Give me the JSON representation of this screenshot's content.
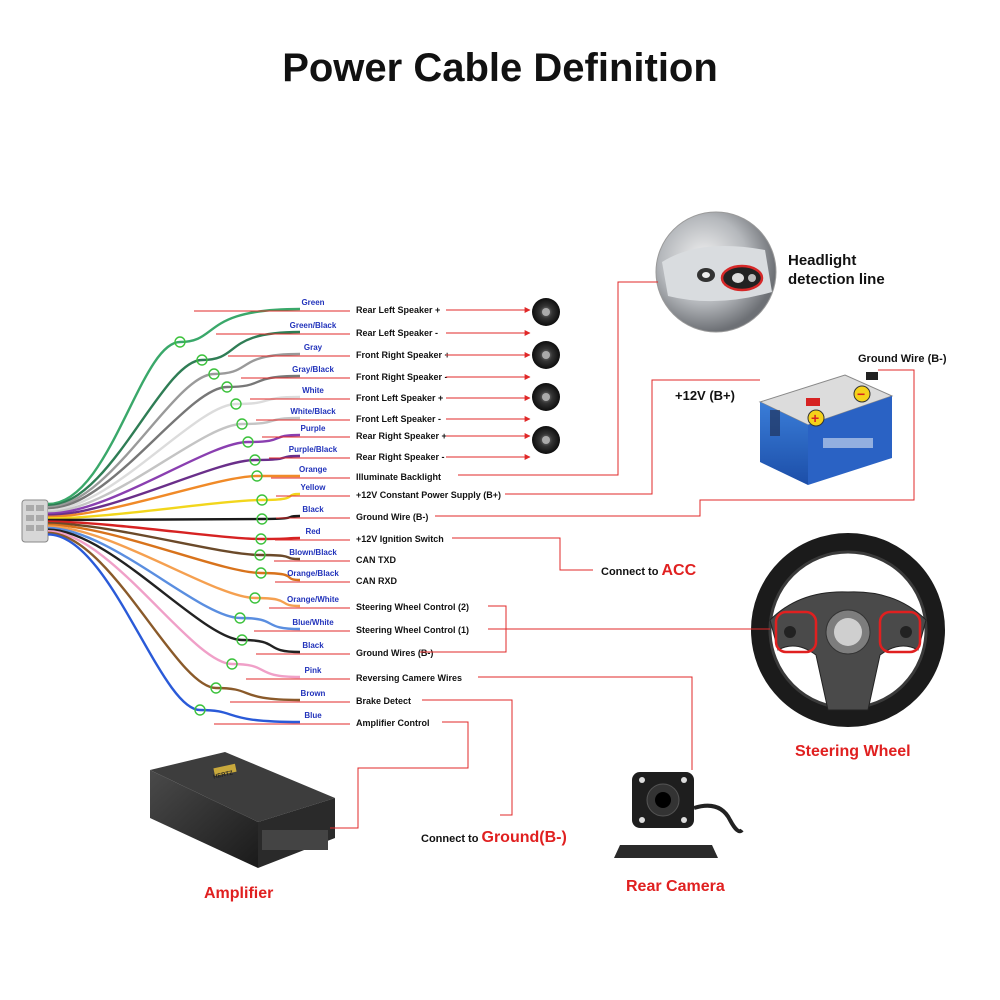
{
  "title": "Power Cable Definition",
  "wires": [
    {
      "color_name": "Green",
      "function": "Rear Left Speaker +",
      "hex": "#3aa86a"
    },
    {
      "color_name": "Green/Black",
      "function": "Rear Left Speaker -",
      "hex": "#2f7d55"
    },
    {
      "color_name": "Gray",
      "function": "Front Right Speaker +",
      "hex": "#9a9a9a"
    },
    {
      "color_name": "Gray/Black",
      "function": "Front Right Speaker -",
      "hex": "#777777"
    },
    {
      "color_name": "White",
      "function": "Front Left Speaker +",
      "hex": "#dcdcdc"
    },
    {
      "color_name": "White/Black",
      "function": "Front Left Speaker -",
      "hex": "#c4c4c4"
    },
    {
      "color_name": "Purple",
      "function": "Rear Right Speaker +",
      "hex": "#8a3fb0"
    },
    {
      "color_name": "Purple/Black",
      "function": "Rear Right Speaker -",
      "hex": "#6a2f8a"
    },
    {
      "color_name": "Orange",
      "function": "Illuminate Backlight",
      "hex": "#f08a28"
    },
    {
      "color_name": "Yellow",
      "function": "+12V Constant Power Supply (B+)",
      "hex": "#f2d61c"
    },
    {
      "color_name": "Black",
      "function": "Ground Wire (B-)",
      "hex": "#1a1a1a"
    },
    {
      "color_name": "Red",
      "function": "+12V  Ignition Switch",
      "hex": "#d62222"
    },
    {
      "color_name": "Blown/Black",
      "function": "CAN TXD",
      "hex": "#6b4a2a"
    },
    {
      "color_name": "Orange/Black",
      "function": "CAN RXD",
      "hex": "#d8731c"
    },
    {
      "color_name": "Orange/White",
      "function": "Steering Wheel Control (2)",
      "hex": "#f5a050"
    },
    {
      "color_name": "Blue/White",
      "function": "Steering Wheel Control (1)",
      "hex": "#5a8ee0"
    },
    {
      "color_name": "Black",
      "function": "Ground Wires (B-)",
      "hex": "#222222"
    },
    {
      "color_name": "Pink",
      "function": "Reversing Camere Wires",
      "hex": "#f0a0c8"
    },
    {
      "color_name": "Brown",
      "function": "Brake Detect",
      "hex": "#8a5a2a"
    },
    {
      "color_name": "Blue",
      "function": "Amplifier Control",
      "hex": "#2a5ad8"
    }
  ],
  "components": {
    "headlight": {
      "line1": "Headlight",
      "line2": "detection line"
    },
    "battery": {
      "plus_label": "+12V  (B+)",
      "ground_label": "Ground Wire (B-)",
      "plus_symbol": "+",
      "minus_symbol": "−"
    },
    "acc": {
      "prefix": "Connect to ",
      "highlight": "ACC"
    },
    "steering": {
      "label": "Steering Wheel"
    },
    "camera": {
      "label": "Rear Camera"
    },
    "ground": {
      "prefix": "Connect to ",
      "highlight": "Ground(B-)"
    },
    "amplifier": {
      "label": "Amplifier",
      "brand": "HERTZ"
    }
  },
  "colors": {
    "accent_red": "#e02020",
    "label_blue": "#2233bb"
  }
}
